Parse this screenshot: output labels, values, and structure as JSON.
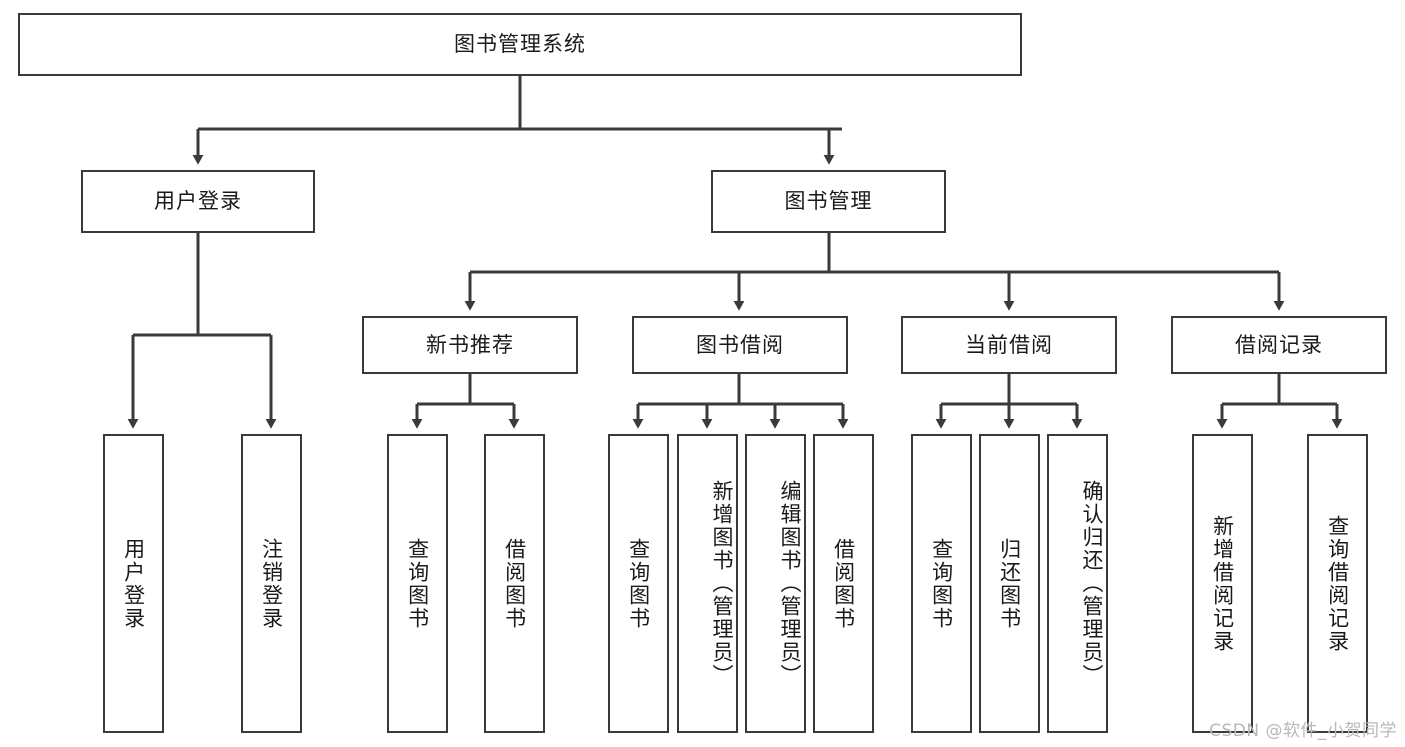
{
  "diagram": {
    "type": "tree-hierarchy-chart",
    "title": "图书管理系统",
    "watermark": "CSDN @软件_小贺同学",
    "colors": {
      "box_border": "#3a3a3a",
      "box_fill": "#ffffff",
      "connector": "#3a3a3a",
      "text": "#1a1a1a",
      "watermark": "#b8b8b8",
      "background": "#ffffff"
    },
    "root": {
      "label": "图书管理系统"
    },
    "level2": [
      {
        "label": "用户登录"
      },
      {
        "label": "图书管理"
      }
    ],
    "level3": [
      {
        "label": "新书推荐"
      },
      {
        "label": "图书借阅"
      },
      {
        "label": "当前借阅"
      },
      {
        "label": "借阅记录"
      }
    ],
    "leaves": {
      "user_login": [
        {
          "label": "用户登录"
        },
        {
          "label": "注销登录"
        }
      ],
      "new_book_recommend": [
        {
          "label": "查询图书"
        },
        {
          "label": "借阅图书"
        }
      ],
      "book_borrow": [
        {
          "label": "查询图书"
        },
        {
          "label": "新增图书（管理员）"
        },
        {
          "label": "编辑图书（管理员）"
        },
        {
          "label": "借阅图书"
        }
      ],
      "current_borrow": [
        {
          "label": "查询图书"
        },
        {
          "label": "归还图书"
        },
        {
          "label": "确认归还（管理员）"
        }
      ],
      "borrow_records": [
        {
          "label": "新增借阅记录"
        },
        {
          "label": "查询借阅记录"
        }
      ]
    }
  }
}
